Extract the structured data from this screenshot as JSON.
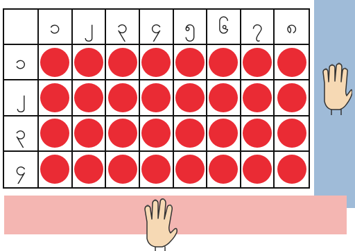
{
  "column_headers": [
    "၁",
    "၂",
    "၃",
    "၄",
    "၅",
    "၆",
    "၇",
    "၈"
  ],
  "row_headers": [
    "၁",
    "၂",
    "၃",
    "၄"
  ],
  "dot_color": "#ea2b34",
  "side_panel_color": "#9fbbd8",
  "bottom_panel_color": "#f4b6b2",
  "icons": {
    "side_hand": "open-hand-icon",
    "bottom_hand": "open-hand-icon"
  }
}
